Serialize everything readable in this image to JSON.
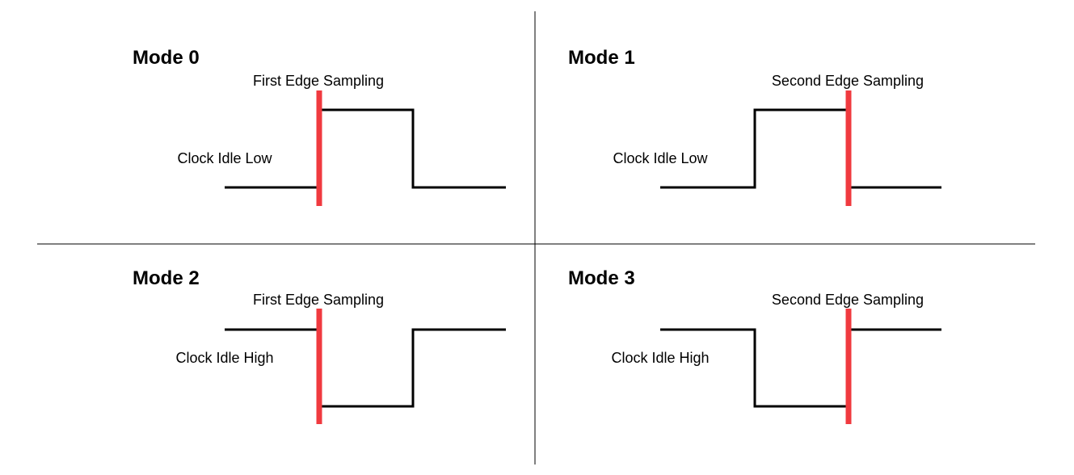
{
  "colors": {
    "sample_marker": "#f03a3f",
    "waveform": "#000000"
  },
  "modes": [
    {
      "title": "Mode 0",
      "clock_label": "Clock Idle Low",
      "sampling_label": "First Edge Sampling"
    },
    {
      "title": "Mode 1",
      "clock_label": "Clock Idle Low",
      "sampling_label": "Second Edge Sampling"
    },
    {
      "title": "Mode 2",
      "clock_label": "Clock Idle High",
      "sampling_label": "First Edge Sampling"
    },
    {
      "title": "Mode 3",
      "clock_label": "Clock Idle High",
      "sampling_label": "Second Edge Sampling"
    }
  ]
}
